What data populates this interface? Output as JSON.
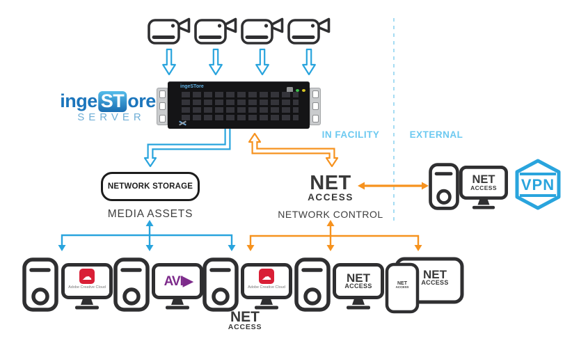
{
  "palette": {
    "blue": "#29A4DD",
    "light_blue_labels": "#6CC9F0",
    "pale_blue_divider": "#A5DCF3",
    "orange": "#F6921E",
    "icon_dark": "#2F2F31",
    "logo_blue": "#1B75BC",
    "logo_subtitle_blue": "#6FAED6",
    "adobe_red": "#D91F36",
    "avid_purple": "#7D2B8B"
  },
  "logo": {
    "part1": "inge",
    "part2": "ST",
    "part3": "ore",
    "subtitle": "SERVER"
  },
  "server": {
    "front_logo": "ingeSTore"
  },
  "zones": {
    "in_facility": "IN FACILITY",
    "external": "EXTERNAL"
  },
  "storage": {
    "box_label": "NETWORK STORAGE",
    "caption": "MEDIA ASSETS"
  },
  "net_access": {
    "line1": "NET",
    "line2": "ACCESS",
    "caption": "NETWORK CONTROL"
  },
  "vpn": {
    "label": "VPN"
  },
  "brands": {
    "adobe": {
      "caption": "Adobe Creative Cloud",
      "glyph": "☁"
    },
    "avid": {
      "display": "AVI▶"
    }
  },
  "cameras": {
    "count": 4
  }
}
